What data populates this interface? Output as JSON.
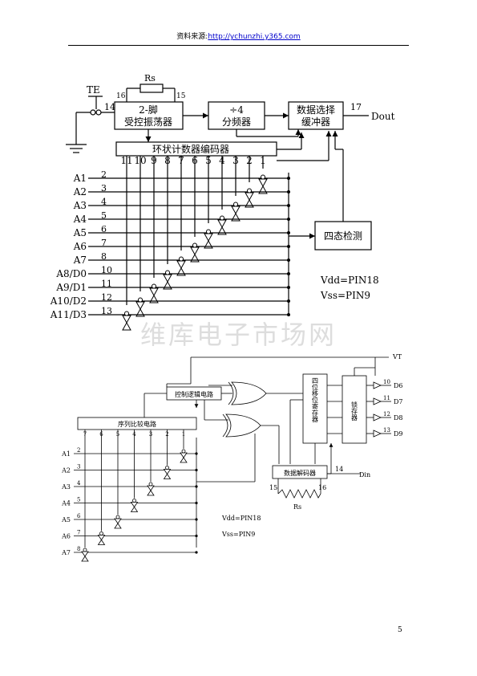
{
  "header": {
    "prefix": "资料来源:",
    "url": "http://ychunzhi.y365.com"
  },
  "watermark": "维库电子市场网",
  "page_number": "5",
  "diagram1": {
    "te": "TE",
    "rs": "Rs",
    "pin16": "16",
    "pin15": "15",
    "pin14": "14",
    "pin17": "17",
    "osc_line1": "2-脚",
    "osc_line2": "受控振荡器",
    "div_line1": "÷4",
    "div_line2": "分频器",
    "buf_line1": "数据选择",
    "buf_line2": "缓冲器",
    "dout": "Dout",
    "ring": "环状计数器编码器",
    "cols": [
      "11",
      "10",
      "9",
      "8",
      "7",
      "6",
      "5",
      "4",
      "3",
      "2",
      "1"
    ],
    "rows": [
      {
        "label": "A1",
        "pin": "2"
      },
      {
        "label": "A2",
        "pin": "3"
      },
      {
        "label": "A3",
        "pin": "4"
      },
      {
        "label": "A4",
        "pin": "5"
      },
      {
        "label": "A5",
        "pin": "6"
      },
      {
        "label": "A6",
        "pin": "7"
      },
      {
        "label": "A7",
        "pin": "8"
      },
      {
        "label": "A8/D0",
        "pin": "10"
      },
      {
        "label": "A9/D1",
        "pin": "11"
      },
      {
        "label": "A10/D2",
        "pin": "12"
      },
      {
        "label": "A11/D3",
        "pin": "13"
      }
    ],
    "tristate": "四态检测",
    "vdd": "Vdd=PIN18",
    "vss": "Vss=PIN9"
  },
  "diagram2": {
    "vt": "VT",
    "ctrl": "控制逻辑电路",
    "serial": "序列比较电路",
    "cols": [
      "7",
      "6",
      "5",
      "4",
      "3",
      "2",
      "1"
    ],
    "rows": [
      {
        "label": "A1",
        "pin": "2"
      },
      {
        "label": "A2",
        "pin": "3"
      },
      {
        "label": "A3",
        "pin": "4"
      },
      {
        "label": "A4",
        "pin": "5"
      },
      {
        "label": "A5",
        "pin": "6"
      },
      {
        "label": "A6",
        "pin": "7"
      },
      {
        "label": "A7",
        "pin": "8"
      }
    ],
    "shift": "四位移位寄存器",
    "latch": "锁存器",
    "decoder": "数据解码器",
    "pin14": "14",
    "pin15": "15",
    "pin16": "16",
    "din": "Din",
    "rs": "Rs",
    "outputs": [
      {
        "pin": "10",
        "label": "D6"
      },
      {
        "pin": "11",
        "label": "D7"
      },
      {
        "pin": "12",
        "label": "D8"
      },
      {
        "pin": "13",
        "label": "D9"
      }
    ],
    "vdd": "Vdd=PIN18",
    "vss": "Vss=PIN9"
  }
}
